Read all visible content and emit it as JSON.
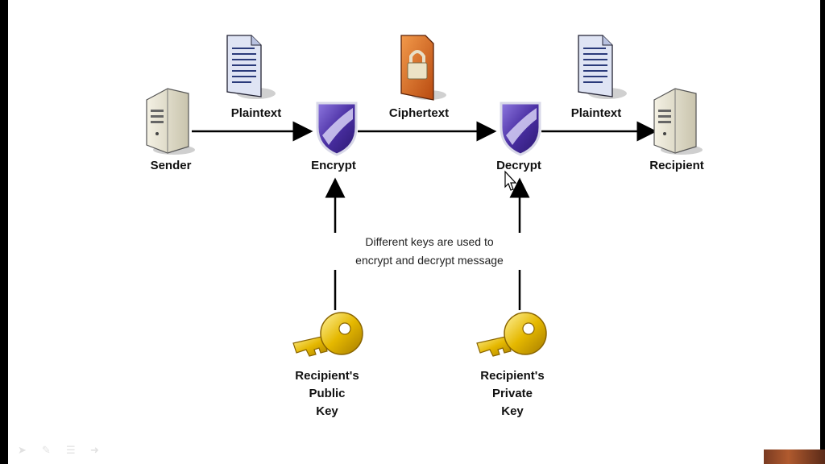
{
  "nodes": {
    "sender": "Sender",
    "encrypt": "Encrypt",
    "decrypt": "Decrypt",
    "recipient": "Recipient"
  },
  "edges": {
    "plaintext_in": "Plaintext",
    "ciphertext": "Ciphertext",
    "plaintext_out": "Plaintext"
  },
  "note": {
    "line1": "Different keys are used to",
    "line2": "encrypt and decrypt message"
  },
  "keys": {
    "public": [
      "Recipient's",
      "Public",
      "Key"
    ],
    "private": [
      "Recipient's",
      "Private",
      "Key"
    ]
  },
  "icons": {
    "server": "server-icon",
    "document": "document-icon",
    "locked_document": "locked-document-icon",
    "shield": "shield-icon",
    "key": "key-icon"
  },
  "colors": {
    "shield": "#5b3fb2",
    "key": "#e0b400",
    "lock_doc": "#d9621c"
  }
}
